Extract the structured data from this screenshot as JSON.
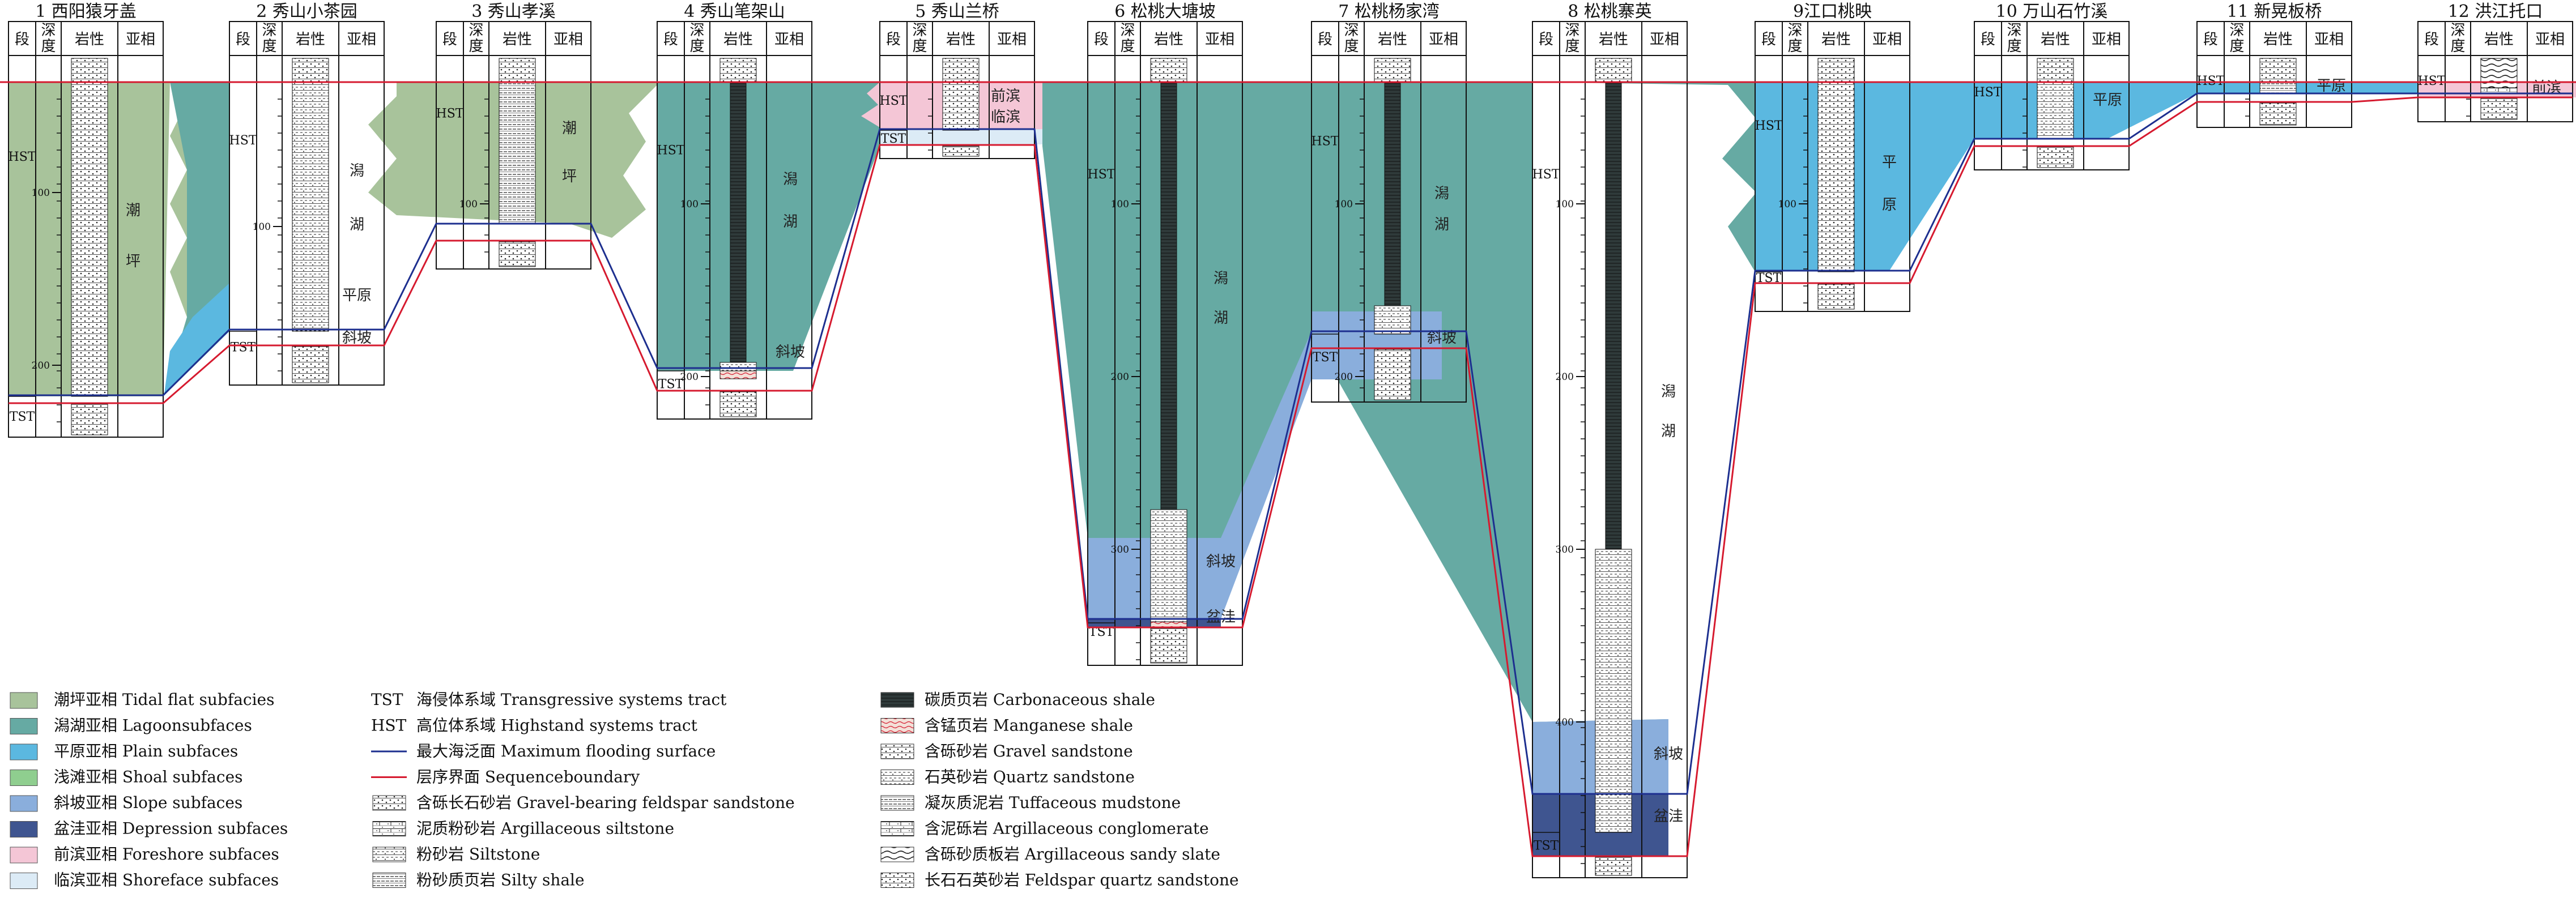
{
  "header_labels": {
    "segment": "段",
    "depth": "深度",
    "lithology": "岩性",
    "subfacies": "亚相"
  },
  "colors": {
    "tidal_flat": "#a8c39b",
    "lagoon": "#66aaa3",
    "plain": "#5bb8e0",
    "shoal": "#8fce8f",
    "slope": "#8aaedc",
    "depression": "#3f5590",
    "foreshore": "#f4c6d6",
    "shoreface": "#dcebf6",
    "mfs_line": "#1d2f8f",
    "sb_line": "#d61a2f"
  },
  "columns": [
    {
      "title": "1 西阳猿牙盖",
      "units": [
        {
          "label": "HST"
        },
        {
          "label": "TST"
        }
      ],
      "ticks": [
        "100",
        "200"
      ],
      "facies": [
        "潮",
        "坪"
      ]
    },
    {
      "title": "2 秀山小茶园",
      "units": [
        {
          "label": "HST"
        },
        {
          "label": "TST"
        }
      ],
      "ticks": [
        "100"
      ],
      "facies": [
        "潟",
        "湖",
        "平原",
        "斜坡"
      ]
    },
    {
      "title": "3 秀山孝溪",
      "units": [
        {
          "label": "HST"
        }
      ],
      "ticks": [
        "100"
      ],
      "facies": [
        "潮",
        "坪"
      ]
    },
    {
      "title": "4 秀山笔架山",
      "units": [
        {
          "label": "HST"
        },
        {
          "label": "TST"
        }
      ],
      "ticks": [
        "100",
        "200"
      ],
      "facies": [
        "潟",
        "湖",
        "斜坡"
      ]
    },
    {
      "title": "5 秀山兰桥",
      "units": [
        {
          "label": "HST"
        },
        {
          "label": "TST"
        }
      ],
      "ticks": [],
      "facies": [
        "前滨",
        "临滨"
      ]
    },
    {
      "title": "6 松桃大塘坡",
      "units": [
        {
          "label": "HST"
        },
        {
          "label": "TST"
        }
      ],
      "ticks": [
        "100",
        "200",
        "300"
      ],
      "facies": [
        "潟",
        "湖",
        "斜坡",
        "盆洼"
      ]
    },
    {
      "title": "7 松桃杨家湾",
      "units": [
        {
          "label": "HST"
        },
        {
          "label": "TST"
        }
      ],
      "ticks": [
        "100",
        "200"
      ],
      "facies": [
        "潟",
        "湖",
        "斜坡"
      ]
    },
    {
      "title": "8 松桃寨英",
      "units": [
        {
          "label": "HST"
        },
        {
          "label": "TST"
        }
      ],
      "ticks": [
        "100",
        "200",
        "300",
        "400"
      ],
      "facies": [
        "潟",
        "湖",
        "斜坡",
        "盆洼"
      ]
    },
    {
      "title": "9江口桃映",
      "units": [
        {
          "label": "HST"
        },
        {
          "label": "TST"
        }
      ],
      "ticks": [
        "100"
      ],
      "facies": [
        "平",
        "原"
      ]
    },
    {
      "title": "10 万山石竹溪",
      "units": [
        {
          "label": "HST"
        }
      ],
      "ticks": [],
      "facies": [
        "平原"
      ]
    },
    {
      "title": "11 新晃板桥",
      "units": [
        {
          "label": "HST"
        }
      ],
      "ticks": [],
      "facies": [
        "平原"
      ]
    },
    {
      "title": "12 洪江托口",
      "units": [
        {
          "label": "HST"
        }
      ],
      "ticks": [],
      "facies": [
        "前滨"
      ]
    }
  ],
  "legend": {
    "facies": [
      {
        "label": "潮坪亚相 Tidal flat subfacies",
        "color": "#a8c39b"
      },
      {
        "label": "潟湖亚相 Lagoonsubfaces",
        "color": "#66aaa3"
      },
      {
        "label": "平原亚相 Plain subfaces",
        "color": "#5bb8e0"
      },
      {
        "label": "浅滩亚相 Shoal subfaces",
        "color": "#8fce8f"
      },
      {
        "label": "斜坡亚相 Slope subfaces",
        "color": "#8aaedc"
      },
      {
        "label": "盆洼亚相 Depression subfaces",
        "color": "#3f5590"
      },
      {
        "label": "前滨亚相 Foreshore subfaces",
        "color": "#f4c6d6"
      },
      {
        "label": "临滨亚相 Shoreface subfaces",
        "color": "#dcebf6"
      }
    ],
    "tracts": [
      {
        "abbr": "TST",
        "label": "海侵体系域 Transgressive systems tract"
      },
      {
        "abbr": "HST",
        "label": "高位体系域 Highstand systems tract"
      }
    ],
    "lines": [
      {
        "label": "最大海泛面 Maximum flooding surface",
        "color": "#1d2f8f"
      },
      {
        "label": "层序界面 Sequenceboundary",
        "color": "#d61a2f"
      }
    ],
    "lith_col1": [
      "含砾长石砂岩 Gravel-bearing feldspar sandstone",
      "泥质粉砂岩 Argillaceous siltstone",
      "粉砂岩 Siltstone",
      "粉砂质页岩 Silty shale"
    ],
    "lith_col2": [
      "碳质页岩 Carbonaceous shale",
      "含锰页岩 Manganese shale",
      "含砾砂岩 Gravel sandstone",
      "石英砂岩 Quartz sandstone",
      "凝灰质泥岩 Tuffaceous mudstone",
      "含泥砾岩 Argillaceous conglomerate",
      "含砾砂质板岩 Argillaceous sandy slate",
      "长石石英砂岩 Feldspar quartz sandstone"
    ]
  }
}
